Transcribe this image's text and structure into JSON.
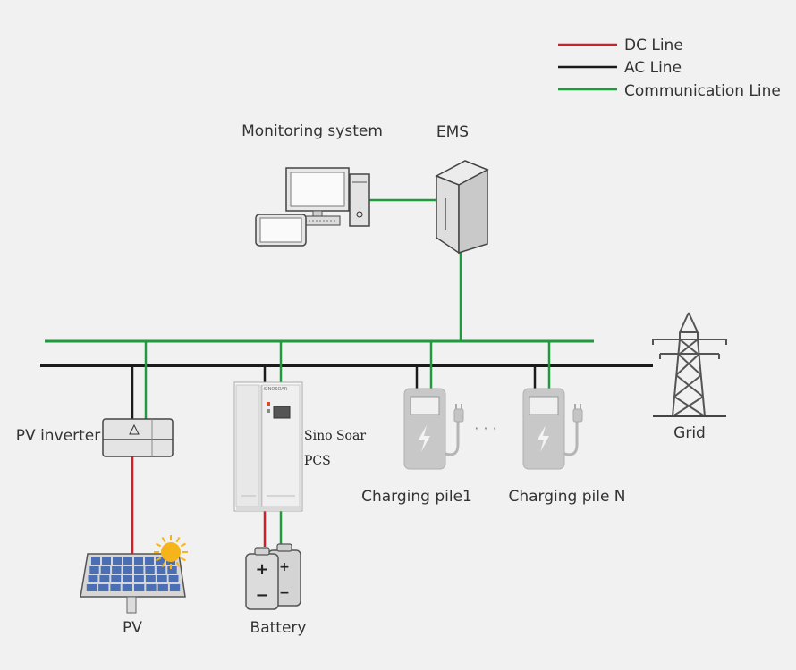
{
  "legend": {
    "dc": "DC Line",
    "ac": "AC Line",
    "comm": "Communication Line"
  },
  "labels": {
    "monitoring": "Monitoring system",
    "ems": "EMS",
    "pv_inverter": "PV inverter",
    "pcs_line1": "Sino Soar",
    "pcs_line2": "PCS",
    "charging_pile_1": "Charging pile1",
    "charging_pile_n": "Charging pile N",
    "grid": "Grid",
    "pv": "PV",
    "battery": "Battery",
    "ellipsis": "·  ·  ·"
  },
  "colors": {
    "dc": "#d0202a",
    "ac": "#1a1a1a",
    "comm": "#1f9a3c",
    "background": "#f1f1f1"
  }
}
